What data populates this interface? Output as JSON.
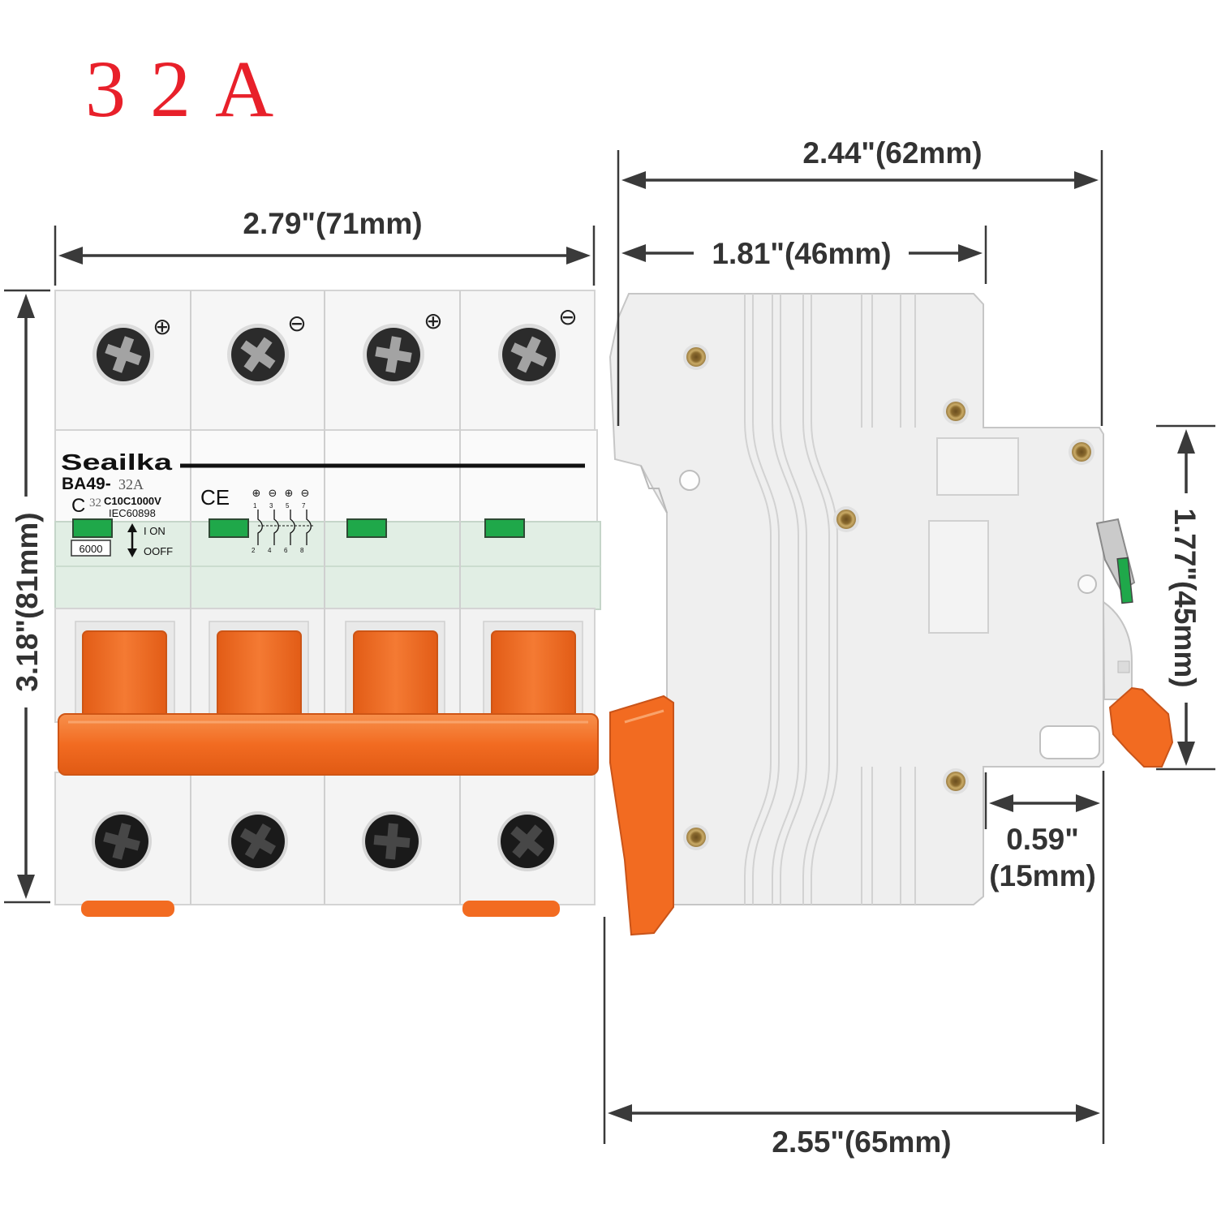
{
  "title": "32A",
  "dimensions": {
    "front_width": "2.79\"(71mm)",
    "front_height": "3.18\"(81mm)",
    "overall_depth_top": "2.44\"(62mm)",
    "body_depth": "1.81\"(46mm)",
    "face_height": "1.77\"(45mm)",
    "face_depth_inch": "0.59\"",
    "face_depth_mm": "(15mm)",
    "overall_depth_bottom": "2.55\"(65mm)"
  },
  "label": {
    "brand": "Seailka",
    "model": "BA49-",
    "model_rating": "32A",
    "curve": "C",
    "curve_rating": "32",
    "voltage": "C10C1000V",
    "standard": "IEC60898",
    "on": "I ON",
    "off": "OOFF",
    "capacity": "6000",
    "certification": "CE"
  },
  "terminal_polarity": [
    "⊕",
    "⊖",
    "⊕",
    "⊖"
  ],
  "schematic": {
    "polarity": [
      "⊕",
      "⊖",
      "⊕",
      "⊖"
    ],
    "line_in": [
      "1",
      "3",
      "5",
      "7"
    ],
    "line_out": [
      "2",
      "4",
      "6",
      "8"
    ]
  },
  "colors": {
    "title": "#e8202a",
    "handle": "#f26b21",
    "indicator": "#1fa84a",
    "rivet": "#b8985a"
  }
}
